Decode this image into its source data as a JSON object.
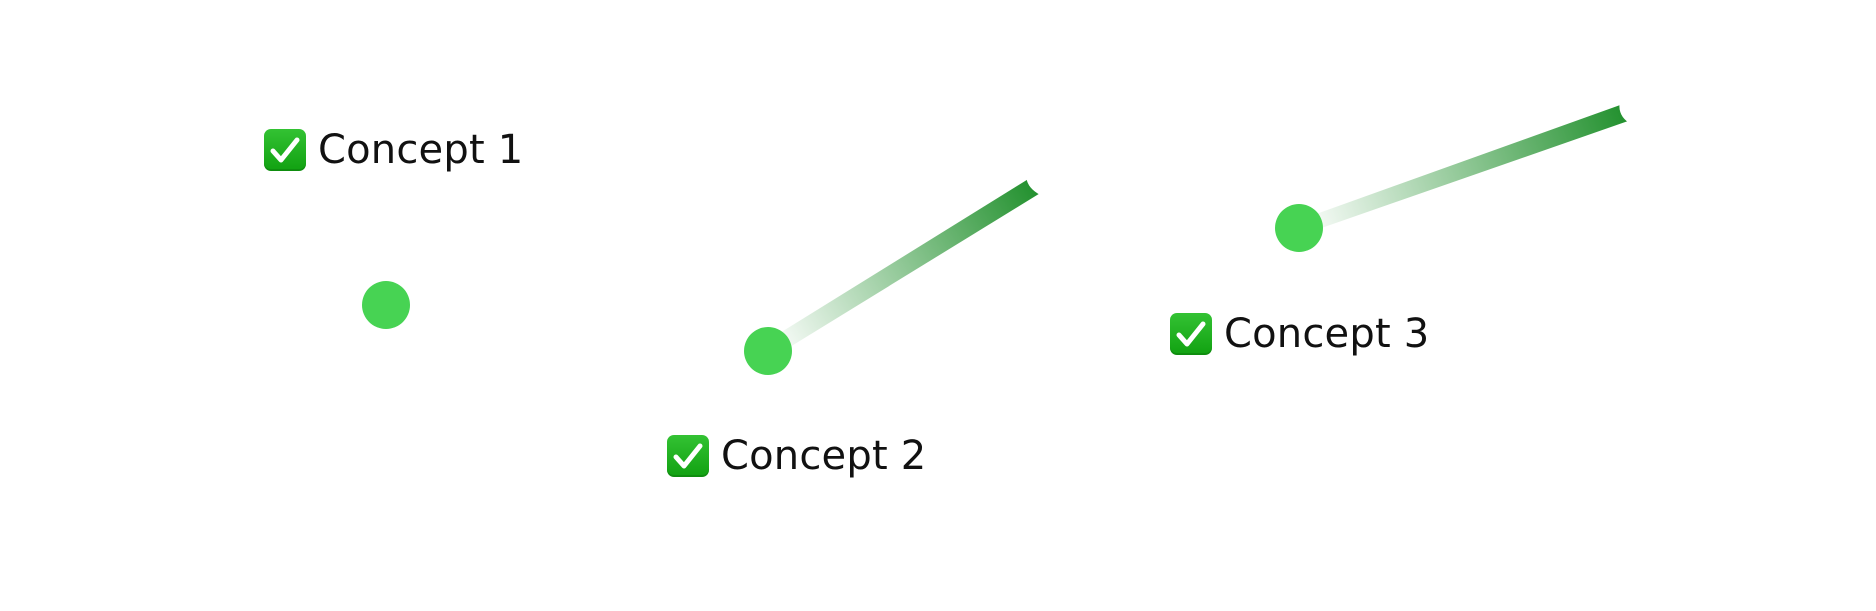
{
  "concepts": [
    {
      "label": "Concept 1",
      "status_icon": "check-box-icon",
      "trail": false
    },
    {
      "label": "Concept 2",
      "status_icon": "check-box-icon",
      "trail": true
    },
    {
      "label": "Concept 3",
      "status_icon": "check-box-icon",
      "trail": true
    }
  ],
  "colors": {
    "dot": "#47d353",
    "trail_strong": "#1f8f2b",
    "check_box": "#1fb01f",
    "text": "#111111"
  }
}
